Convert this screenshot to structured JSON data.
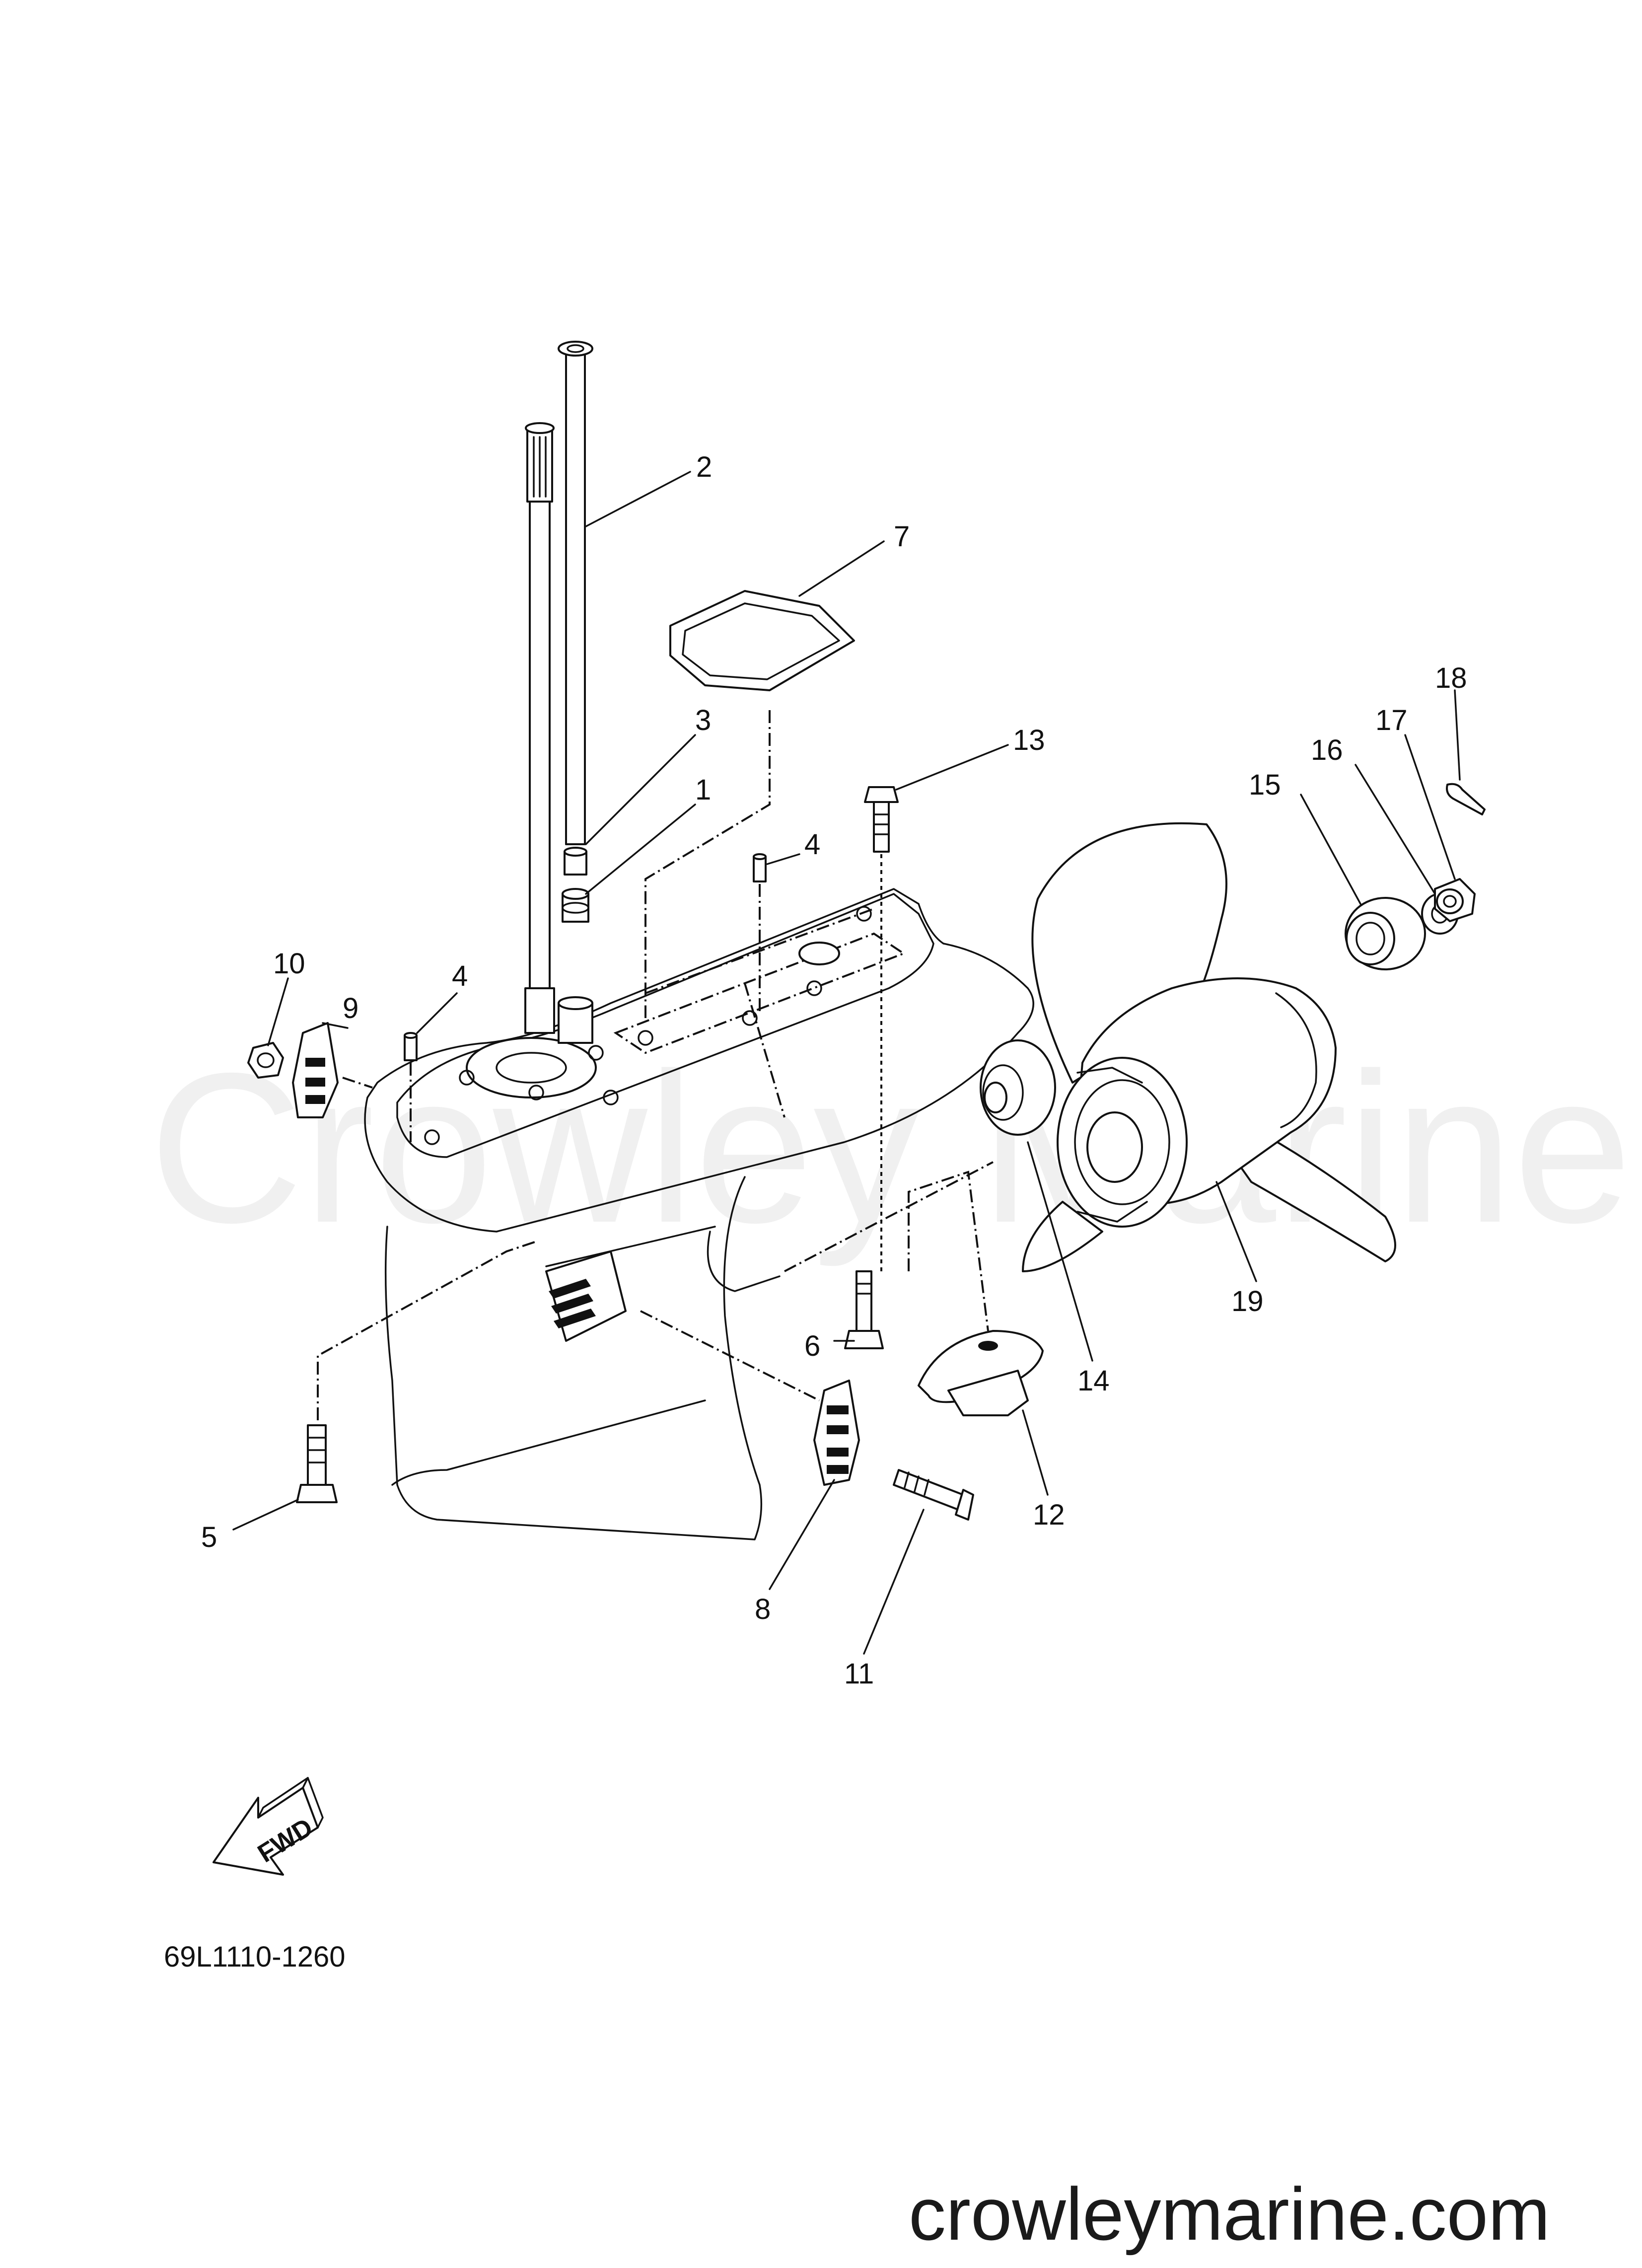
{
  "watermark": "Crowley Marine",
  "website": "crowleymarine.com",
  "diagram_code": "69L1110-1260",
  "fwd_label": "FWD",
  "callouts": [
    {
      "id": "1",
      "text": "1"
    },
    {
      "id": "2",
      "text": "2"
    },
    {
      "id": "3",
      "text": "3"
    },
    {
      "id": "4a",
      "text": "4"
    },
    {
      "id": "4b",
      "text": "4"
    },
    {
      "id": "5",
      "text": "5"
    },
    {
      "id": "6",
      "text": "6"
    },
    {
      "id": "7",
      "text": "7"
    },
    {
      "id": "8",
      "text": "8"
    },
    {
      "id": "9",
      "text": "9"
    },
    {
      "id": "10",
      "text": "10"
    },
    {
      "id": "11",
      "text": "11"
    },
    {
      "id": "12",
      "text": "12"
    },
    {
      "id": "13",
      "text": "13"
    },
    {
      "id": "14",
      "text": "14"
    },
    {
      "id": "15",
      "text": "15"
    },
    {
      "id": "16",
      "text": "16"
    },
    {
      "id": "17",
      "text": "17"
    },
    {
      "id": "18",
      "text": "18"
    },
    {
      "id": "19",
      "text": "19"
    }
  ]
}
